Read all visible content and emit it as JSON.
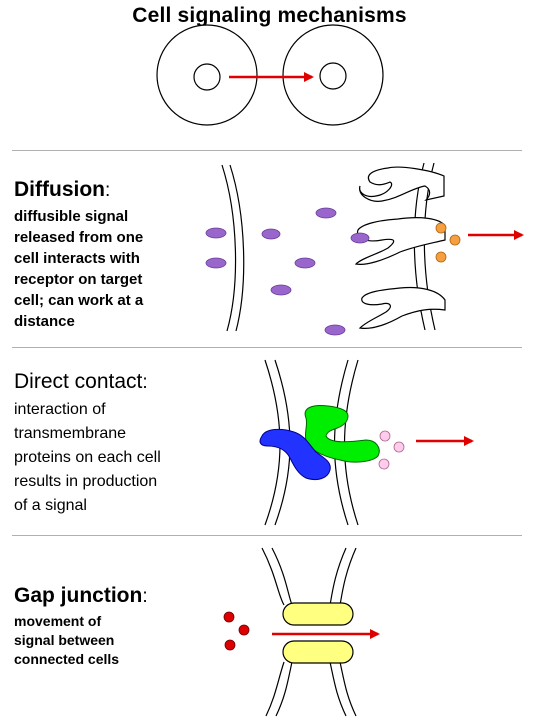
{
  "title": "Cell signaling mechanisms",
  "sections": [
    {
      "heading": "Diffusion",
      "colon": ":",
      "description": "diffusible signal\nreleased from one\ncell interacts with\nreceptor on target\ncell; can work at a\ndistance"
    },
    {
      "heading": "Direct  contact",
      "colon": ":",
      "description": "interaction of\ntransmembrane\nproteins on each cell\nresults in production\nof a signal"
    },
    {
      "heading": "Gap junction",
      "colon": ":",
      "description": "movement of\nsignal between\nconnected cells"
    }
  ],
  "colors": {
    "arrow": "#e00000",
    "diffusible_signal": "#9966cc",
    "output_signal_orange": "#f5a040",
    "green_protein": "#00ee00",
    "blue_protein": "#2233ff",
    "pink_signal": "#ffccee",
    "gap_channel": "#ffff80",
    "gap_signal": "#dd0000",
    "divider": "#b0b0b0"
  }
}
